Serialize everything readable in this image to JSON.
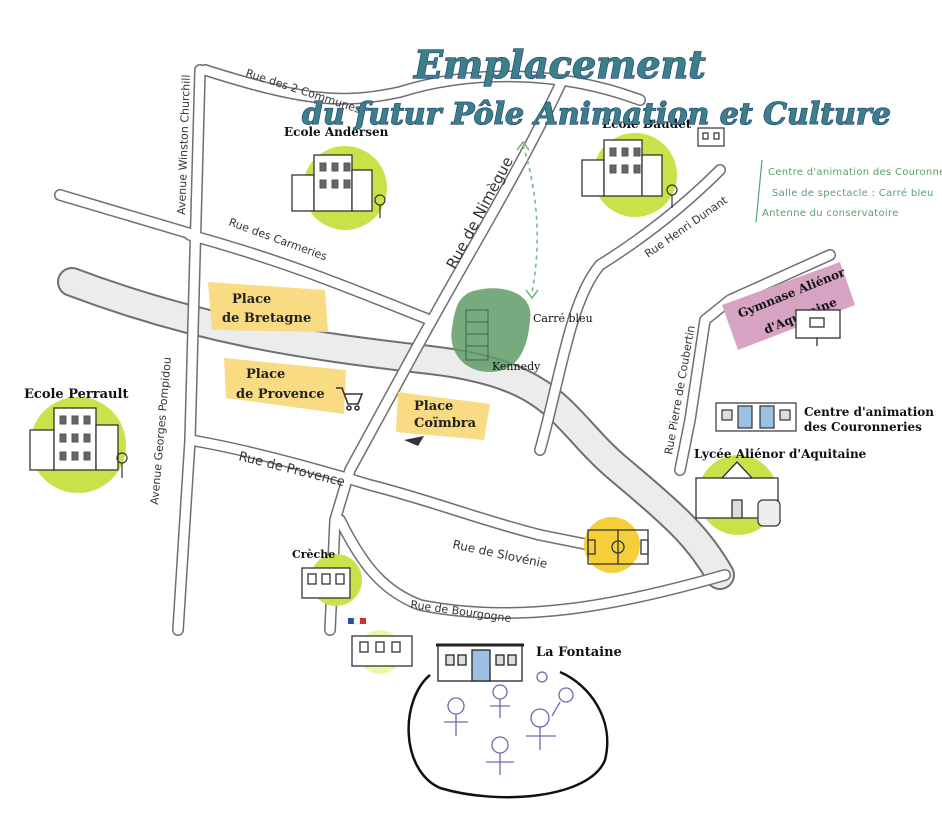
{
  "title": {
    "line1": "Emplacement",
    "line2": "du futur Pôle Animation et Culture"
  },
  "side_list": [
    "Centre d'animation des Couronneries",
    "Salle de spectacle : Carré bleu",
    "Antenne du conservatoire"
  ],
  "streets": {
    "deux_communes": "Rue des 2 Communes",
    "winston": "Avenue Winston Churchill",
    "carmeries": "Rue des Carmeries",
    "nimegue": "Rue de Nimègue",
    "henri_dunant": "Rue Henri Dunant",
    "pierre_coubertin": "Rue Pierre de Coubertin",
    "provence": "Rue de Provence",
    "slovenie": "Rue de Slovénie",
    "bourgogne": "Rue de Bourgogne",
    "georges_pompidou": "Avenue Georges Pompidou"
  },
  "places": {
    "bretagne": [
      "Place",
      "de Bretagne"
    ],
    "provence": [
      "Place",
      "de Provence"
    ],
    "coimbra": [
      "Place",
      "Coïmbra"
    ]
  },
  "labels": {
    "ecole_andersen": "Ecole Andersen",
    "ecole_perrault": "Ecole Perrault",
    "ecole_daudet": "Ecole Daudet",
    "carre_bleu": "Carré bleu",
    "kennedy": "Kennedy",
    "gymnase_line1": "Gymnase Aliénor",
    "gymnase_line2": "d'Aquitaine",
    "centre_line1": "Centre d'animation",
    "centre_line2": "des Couronneries",
    "lycee": "Lycée Aliénor d'Aquitaine",
    "creche": "Crèche",
    "la_fontaine": "La Fontaine"
  },
  "colors": {
    "road": "#e6e6e6",
    "road_edge": "#6f6f6f",
    "place_yellow": "#f8db82",
    "school_green": "#c9e24a",
    "project_green": "#5f9c68",
    "gymnase_pink": "#d7a3c3",
    "title_teal": "#3b7f8a",
    "side_green": "#5aa070"
  }
}
